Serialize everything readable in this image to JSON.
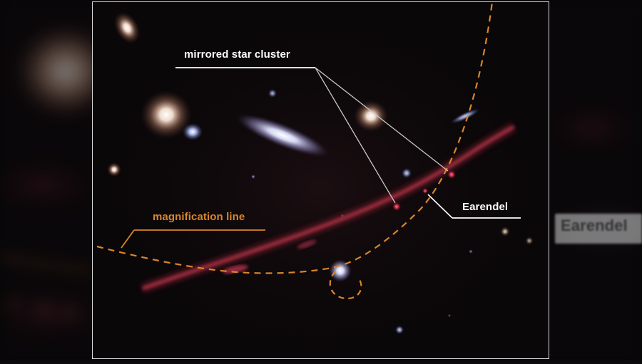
{
  "annotations": {
    "mirrored_label": "mirrored star cluster",
    "earendel_label": "Earendel",
    "magnification_label": "magnification line"
  },
  "colors": {
    "annotation_white": "#ffffff",
    "magnification_orange": "#d9862a",
    "arc_red": "#b03048",
    "background": "#0a0709"
  },
  "background_label": {
    "ghost_text": "Earendel"
  }
}
